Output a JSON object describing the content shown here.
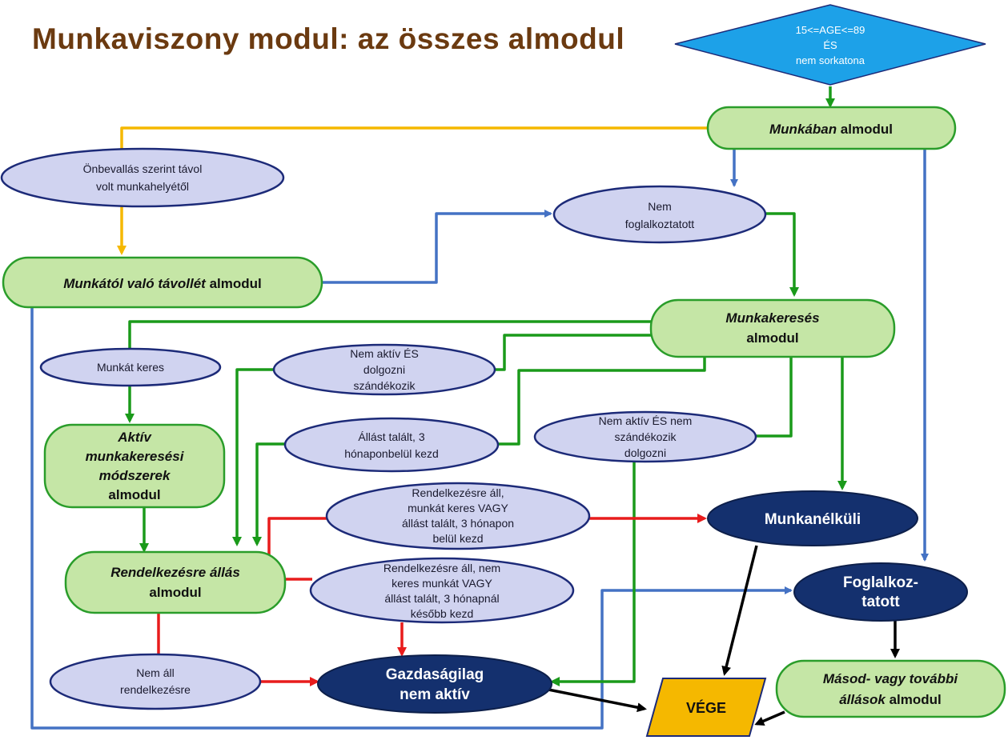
{
  "title": "Munkaviszony modul: az összes almodul",
  "colors": {
    "title": "#6b3a10",
    "diamond": "#1da1e8",
    "green_fill": "#c5e6a6",
    "green_border": "#2a9d2a",
    "lav_fill": "#d0d3f0",
    "lav_border": "#1c2a78",
    "navy": "#14306e",
    "end_fill": "#f5b800",
    "arrow_yellow": "#f5b800",
    "arrow_blue": "#4472c4",
    "arrow_green": "#1a9a1a",
    "arrow_red": "#e81c1c",
    "arrow_black": "#000000"
  },
  "nodes": {
    "start": {
      "lines": [
        "15<=AGE<=89",
        "ÉS",
        "nem sorkatona"
      ]
    },
    "munkaban": {
      "italic": "Munkában",
      "rest": " almodul"
    },
    "onbevallas": {
      "lines": [
        "Önbevallás szerint távol",
        "volt munkahelyétől"
      ]
    },
    "nem_foglalkoztatott": {
      "lines": [
        "Nem",
        "foglalkoztatott"
      ]
    },
    "tavollet": {
      "italic": "Munkától való távollét",
      "rest": " almodul"
    },
    "munkakereses": {
      "lines": [
        "Munkakeresés",
        "almodul"
      ]
    },
    "munkat_keres": {
      "lines": [
        "Munkát keres"
      ]
    },
    "nem_aktiv_szandekozik": {
      "lines": [
        "Nem aktív ÉS",
        "dolgozni",
        "szándékozik"
      ]
    },
    "aktiv_modszerek": {
      "lines": [
        "Aktív",
        "munkakeresési",
        "módszerek",
        "almodul"
      ]
    },
    "allast_talalt": {
      "lines": [
        "Állást talált, 3",
        "hónaponbelül kezd"
      ]
    },
    "nem_aktiv_nem_szandekozik": {
      "lines": [
        "Nem aktív ÉS nem",
        "szándékozik",
        "dolgozni"
      ]
    },
    "rendelkezesre_all_keres": {
      "lines": [
        "Rendelkezésre áll,",
        "munkát keres VAGY",
        "állást talált, 3 hónapon",
        "belül kezd"
      ]
    },
    "munkanelkuli": {
      "lines": [
        "Munkanélküli"
      ]
    },
    "rendelkezesre_allas": {
      "lines": [
        "Rendelkezésre állás",
        "almodul"
      ]
    },
    "rendelkezesre_all_nem_keres": {
      "lines": [
        "Rendelkezésre áll, nem",
        "keres munkát VAGY",
        "állást talált, 3 hónapnál",
        "később kezd"
      ]
    },
    "foglalkoztatott": {
      "lines": [
        "Foglalkoz-",
        "tatott"
      ]
    },
    "nem_all": {
      "lines": [
        "Nem áll",
        "rendelkezésre"
      ]
    },
    "gazdasagilag": {
      "lines": [
        "Gazdaságilag",
        "nem aktív"
      ]
    },
    "vege": {
      "lines": [
        "VÉGE"
      ]
    },
    "masod": {
      "italic1": "Másod- vagy további",
      "italic2": "állások",
      "rest2": " almodul"
    }
  }
}
